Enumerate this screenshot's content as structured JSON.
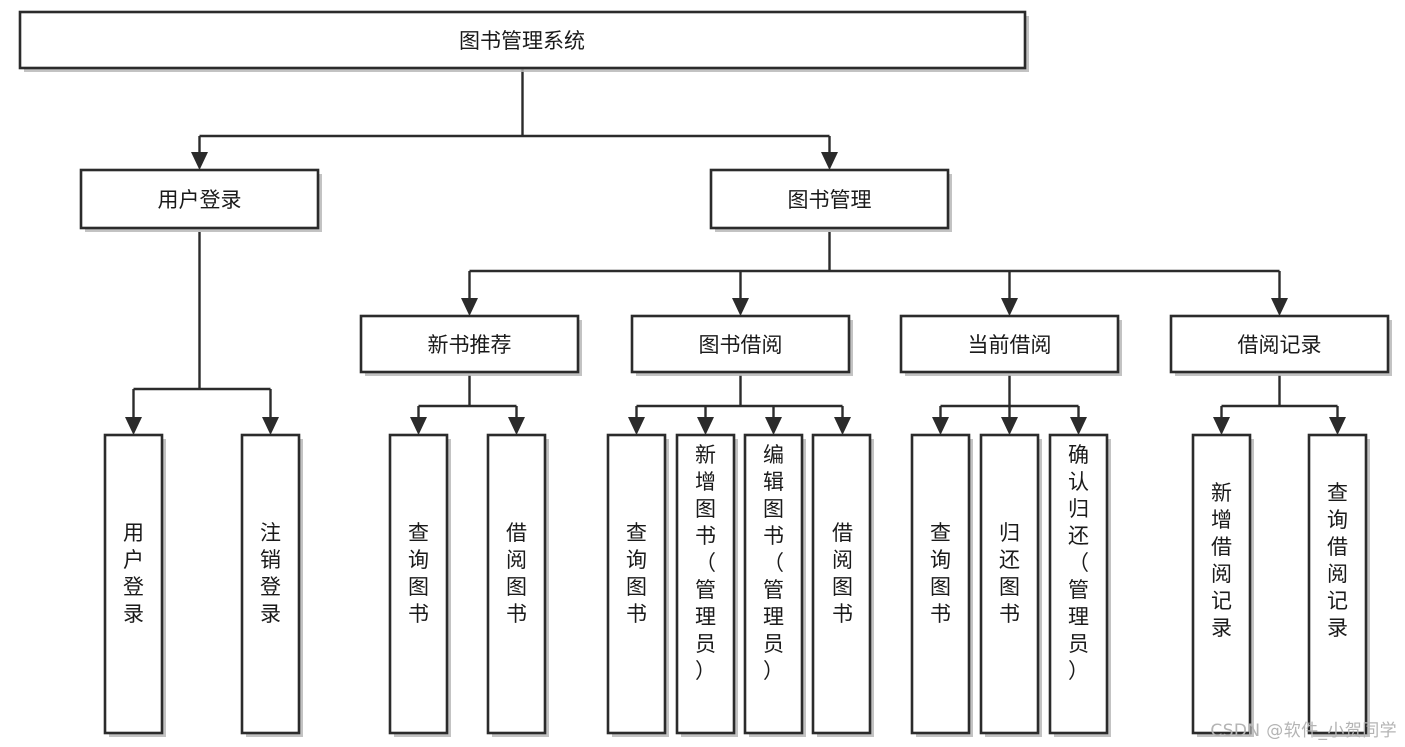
{
  "diagram": {
    "type": "tree-hierarchy",
    "title": "图书管理系统",
    "orientation": "top-down",
    "colors": {
      "box_fill": "#ffffff",
      "box_stroke": "#2b2b2b",
      "connector": "#2b2b2b",
      "text": "#1a1a1a",
      "background": "#ffffff",
      "watermark": "#b4b4b4"
    },
    "levels": {
      "root": {
        "label": "图书管理系统"
      },
      "level2": [
        {
          "id": "user-login",
          "label": "用户登录"
        },
        {
          "id": "book-management",
          "label": "图书管理"
        }
      ],
      "level3": [
        {
          "id": "new-book-recommend",
          "label": "新书推荐",
          "parent": "book-management"
        },
        {
          "id": "book-borrow",
          "label": "图书借阅",
          "parent": "book-management"
        },
        {
          "id": "current-borrow",
          "label": "当前借阅",
          "parent": "book-management"
        },
        {
          "id": "borrow-record",
          "label": "借阅记录",
          "parent": "book-management"
        }
      ],
      "leaves": [
        {
          "id": "leaf-user-login",
          "label": "用户登录",
          "parent": "user-login"
        },
        {
          "id": "leaf-logout-login",
          "label": "注销登录",
          "parent": "user-login"
        },
        {
          "id": "leaf-query-book-1",
          "label": "查询图书",
          "parent": "new-book-recommend"
        },
        {
          "id": "leaf-borrow-book-1",
          "label": "借阅图书",
          "parent": "new-book-recommend"
        },
        {
          "id": "leaf-query-book-2",
          "label": "查询图书",
          "parent": "book-borrow"
        },
        {
          "id": "leaf-add-book",
          "label": "新增图书（管理员）",
          "parent": "book-borrow"
        },
        {
          "id": "leaf-edit-book",
          "label": "编辑图书（管理员）",
          "parent": "book-borrow"
        },
        {
          "id": "leaf-borrow-book-2",
          "label": "借阅图书",
          "parent": "book-borrow"
        },
        {
          "id": "leaf-query-book-3",
          "label": "查询图书",
          "parent": "current-borrow"
        },
        {
          "id": "leaf-return-book",
          "label": "归还图书",
          "parent": "current-borrow"
        },
        {
          "id": "leaf-confirm-return",
          "label": "确认归还（管理员）",
          "parent": "current-borrow"
        },
        {
          "id": "leaf-add-record",
          "label": "新增借阅记录",
          "parent": "borrow-record"
        },
        {
          "id": "leaf-query-record",
          "label": "查询借阅记录",
          "parent": "borrow-record"
        }
      ]
    }
  },
  "watermark": {
    "text": "CSDN @软件_小贺同学"
  }
}
